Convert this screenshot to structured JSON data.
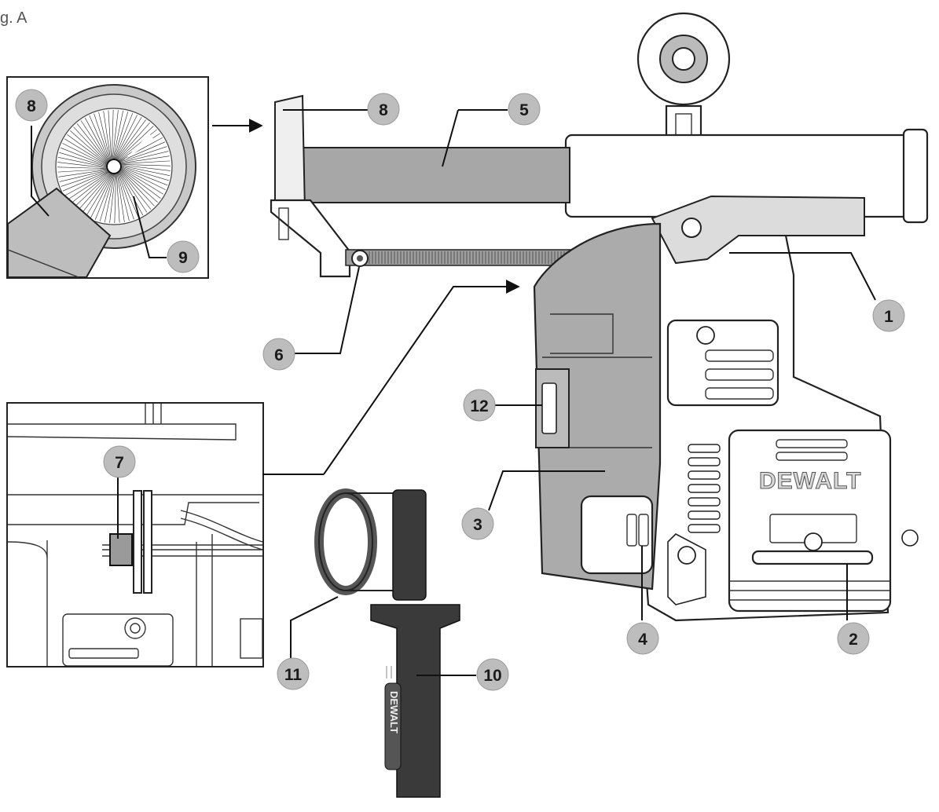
{
  "figure": {
    "caption": "g. A",
    "brand_text": "DEWALT",
    "callouts": [
      {
        "id": "callout-1",
        "label": "1"
      },
      {
        "id": "callout-2",
        "label": "2"
      },
      {
        "id": "callout-3",
        "label": "3"
      },
      {
        "id": "callout-4",
        "label": "4"
      },
      {
        "id": "callout-5",
        "label": "5"
      },
      {
        "id": "callout-6",
        "label": "6"
      },
      {
        "id": "callout-7",
        "label": "7"
      },
      {
        "id": "callout-8a",
        "label": "8"
      },
      {
        "id": "callout-8b",
        "label": "8"
      },
      {
        "id": "callout-9",
        "label": "9"
      },
      {
        "id": "callout-10",
        "label": "10"
      },
      {
        "id": "callout-11",
        "label": "11"
      },
      {
        "id": "callout-12",
        "label": "12"
      }
    ]
  }
}
